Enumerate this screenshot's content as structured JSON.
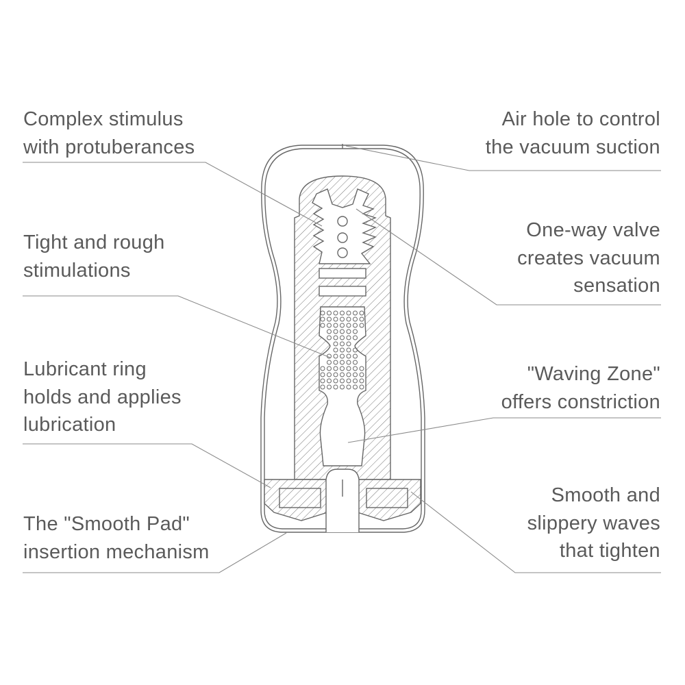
{
  "labels_left": [
    {
      "lines": [
        "Complex stimulus",
        "with protuberances"
      ]
    },
    {
      "lines": [
        "Tight and rough",
        "stimulations"
      ]
    },
    {
      "lines": [
        "Lubricant ring",
        "holds and applies",
        "lubrication"
      ]
    },
    {
      "lines": [
        "The \"Smooth Pad\"",
        "insertion mechanism"
      ]
    }
  ],
  "labels_right": [
    {
      "lines": [
        "Air hole to control",
        "the vacuum suction"
      ]
    },
    {
      "lines": [
        "One-way valve",
        "creates vacuum",
        "sensation"
      ]
    },
    {
      "lines": [
        "\"Waving Zone\"",
        "offers constriction"
      ]
    },
    {
      "lines": [
        "Smooth and",
        "slippery waves",
        "that tighten"
      ]
    }
  ],
  "colors": {
    "text": "#5a5a5a",
    "line": "#8a8a8a"
  }
}
